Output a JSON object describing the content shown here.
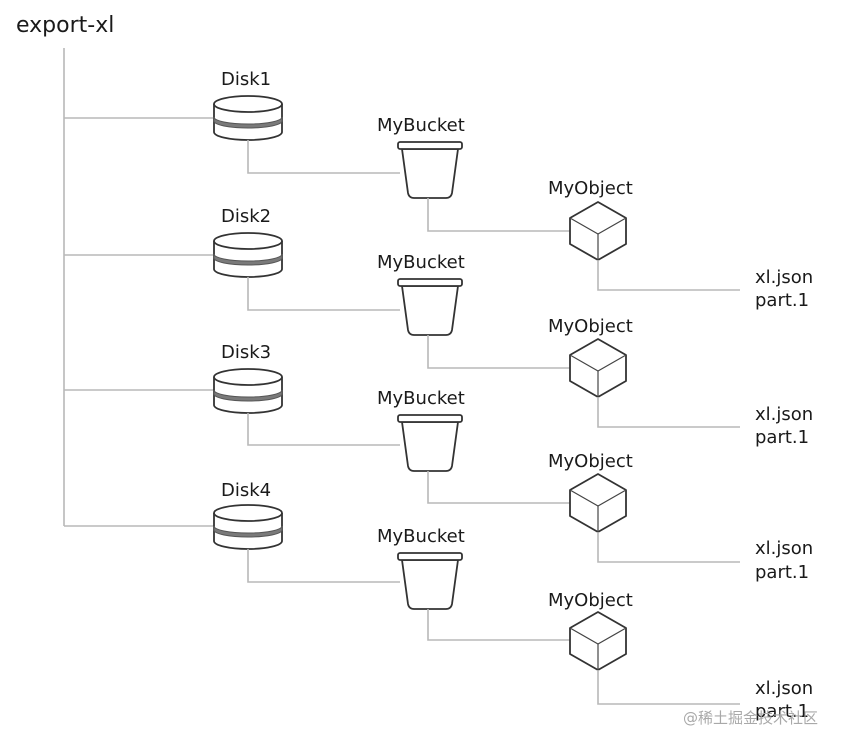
{
  "root_label": "export-xl",
  "watermark": "@稀土掘金技术社区",
  "rows": [
    {
      "disk": "Disk1",
      "bucket": "MyBucket",
      "object": "MyObject",
      "files": [
        "xl.json",
        "part.1"
      ]
    },
    {
      "disk": "Disk2",
      "bucket": "MyBucket",
      "object": "MyObject",
      "files": [
        "xl.json",
        "part.1"
      ]
    },
    {
      "disk": "Disk3",
      "bucket": "MyBucket",
      "object": "MyObject",
      "files": [
        "xl.json",
        "part.1"
      ]
    },
    {
      "disk": "Disk4",
      "bucket": "MyBucket",
      "object": "MyObject",
      "files": [
        "xl.json",
        "part.1"
      ]
    }
  ],
  "colors": {
    "connector": "#b8b8b8",
    "outline": "#333333",
    "disk_band": "#7a7a7a"
  }
}
